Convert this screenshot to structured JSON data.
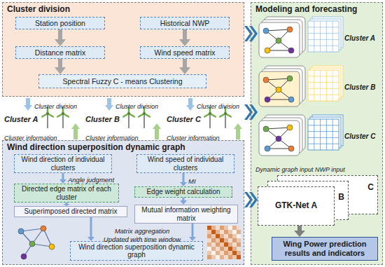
{
  "diagram": {
    "nodes": [
      {
        "text": [
          "Cluster division"
        ]
      },
      {
        "text": [
          "Station position"
        ],
        "in": 0
      },
      {
        "text": [
          "Historical NWP"
        ],
        "in": 0
      },
      {
        "text": [
          "Distance matrix"
        ],
        "in": 0
      },
      {
        "text": [
          "Wind speed matrix"
        ],
        "in": 0
      },
      {
        "text": [
          "Spectral Fuzzy C - means Clustering"
        ],
        "in": 0
      },
      {
        "text": [
          "Modeling and forecasting"
        ]
      },
      {
        "text": [
          "GTK-Net A"
        ],
        "in": 6
      },
      {
        "text": [
          "B"
        ],
        "in": 6
      },
      {
        "text": [
          "C"
        ],
        "in": 6
      },
      {
        "text": [
          "Wing Power prediction results and indicators"
        ],
        "in": 6
      },
      {
        "text": [
          "Wind direction superposition dynamic graph"
        ]
      },
      {
        "text": [
          "Wind direction of individual clusters"
        ],
        "in": 11
      },
      {
        "text": [
          "Wind speed of individual clusters"
        ],
        "in": 11
      },
      {
        "text": [
          "Directed edge matrix of each cluster"
        ],
        "in": 11
      },
      {
        "text": [
          "Edge weight calculation"
        ],
        "in": 11
      },
      {
        "text": [
          "Superimposed directed matrix"
        ],
        "in": 11
      },
      {
        "text": [
          "Mutual information weighting matrix"
        ],
        "in": 11
      },
      {
        "text": [
          "Wind direction superposition dynamic graph"
        ],
        "in": 11
      }
    ],
    "edges": [
      {
        "from": 1,
        "to": 3,
        "arrow": "to"
      },
      {
        "from": 2,
        "to": 4,
        "arrow": "to"
      },
      {
        "from": 3,
        "to": 5,
        "arrow": "to"
      },
      {
        "from": 4,
        "to": 5,
        "arrow": "to"
      },
      {
        "from": 7,
        "to": 10,
        "arrow": "to"
      },
      {
        "from": 12,
        "to": 14,
        "label": "Angle judgment",
        "arrow": "to"
      },
      {
        "from": 13,
        "to": 15,
        "label": "MI",
        "arrow": "to"
      },
      {
        "from": 14,
        "to": 16,
        "arrow": "to"
      },
      {
        "from": 15,
        "to": 17,
        "arrow": "to"
      },
      {
        "from": 16,
        "to": 18,
        "arrow": "to"
      },
      {
        "from": 17,
        "to": 18,
        "arrow": "to"
      }
    ],
    "labels": [
      "Cluster A",
      "Cluster B",
      "Cluster C",
      "Cluster division",
      "Cluster division",
      "Cluster division",
      "Cluster information",
      "Cluster information",
      "Cluster information",
      "Cluster A",
      "Cluster B",
      "Cluster C",
      "Dynamic graph input",
      "NWP input",
      "Matrix aggregation",
      "Updated with time window"
    ]
  }
}
